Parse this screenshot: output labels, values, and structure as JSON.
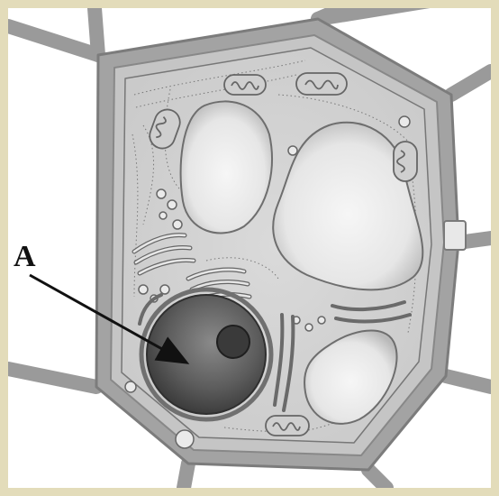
{
  "diagram": {
    "labels": [
      {
        "id": "A",
        "text": "A",
        "points_to": "nucleus"
      }
    ],
    "colors": {
      "frame": "#e3dcba",
      "background": "#ffffff",
      "wall": "#8e8e8e",
      "cytoplasm": "#d5d5d5",
      "nucleus": "#5a5a5a",
      "nucleolus": "#2e2e2e",
      "vacuole": "#efefef",
      "arrow": "#111111"
    }
  }
}
